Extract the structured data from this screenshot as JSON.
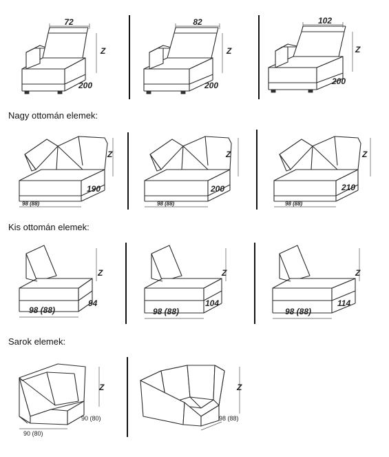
{
  "sections": {
    "large": "Nagy ottomán elemek:",
    "small": "Kis ottomán elemek:",
    "corner": "Sarok elemek:"
  },
  "row1": [
    {
      "width": "72",
      "height": "Z",
      "depth": "200"
    },
    {
      "width": "82",
      "height": "Z",
      "depth": "200"
    },
    {
      "width": "102",
      "height": "Z",
      "depth": "200"
    }
  ],
  "row2": [
    {
      "depth": "190",
      "height": "Z",
      "front": "98 (88)"
    },
    {
      "depth": "200",
      "height": "Z",
      "front": "98 (88)"
    },
    {
      "depth": "210",
      "height": "Z",
      "front": "98 (88)"
    }
  ],
  "row3": [
    {
      "depth": "94",
      "height": "Z",
      "front": "98 (88)"
    },
    {
      "depth": "104",
      "height": "Z",
      "front": "98 (88)"
    },
    {
      "depth": "114",
      "height": "Z",
      "front": "98 (88)"
    }
  ],
  "row4": [
    {
      "side": "90 (80)",
      "front": "90 (80)",
      "height": "Z"
    },
    {
      "side": "98 (88)",
      "height": "Z"
    }
  ]
}
